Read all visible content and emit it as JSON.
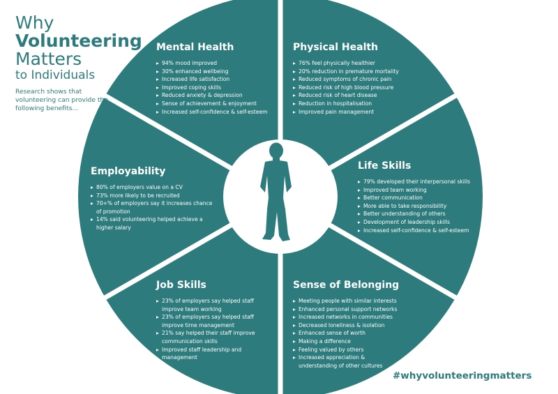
{
  "title": {
    "line1": "Why",
    "line2": "Volunteering",
    "line3": "Matters",
    "line4": "to Individuals"
  },
  "intro": "Research shows that volunteering can provide the following benefits...",
  "hashtag": "#whyvolunteeringmatters",
  "colors": {
    "teal": "#2e7b7d",
    "white": "#ffffff",
    "background": "#ffffff"
  },
  "center_icon": "person-silhouette-icon",
  "segments": [
    {
      "id": "mental-health",
      "title": "Mental Health",
      "items": [
        "94% mood improved",
        "30% enhanced wellbeing",
        "Increased life satisfaction",
        "Improved coping skills",
        "Reduced anxiety & depression",
        "Sense of achievement & enjoyment",
        "Increased self-confidence & self-esteem"
      ]
    },
    {
      "id": "physical-health",
      "title": "Physical Health",
      "items": [
        "76% feel physically healthier",
        "20% reduction in premature mortality",
        "Reduced symptoms of chronic pain",
        "Reduced risk of high blood pressure",
        "Reduced risk of heart disease",
        "Reduction in hospitalisation",
        "Improved pain management"
      ]
    },
    {
      "id": "life-skills",
      "title": "Life Skills",
      "items": [
        "79% developed their interpersonal skills",
        "Improved team working",
        "Better communication",
        "More able to take responsibility",
        "Better understanding of others",
        "Development of leadership skills",
        "Increased self-confidence & self-esteem"
      ]
    },
    {
      "id": "sense-of-belonging",
      "title": "Sense of Belonging",
      "items": [
        "Meeting people with similar interests",
        "Enhanced personal support networks",
        "Increased networks in communities",
        "Decreased loneliness & isolation",
        "Enhanced sense of worth",
        "Making a difference",
        "Feeling valued by others",
        "Increased appreciation &\nunderstanding of other cultures"
      ]
    },
    {
      "id": "job-skills",
      "title": "Job Skills",
      "items": [
        "23% of employers say helped staff\nimprove team working",
        "23% of employers say helped staff\nimprove time management",
        "21% say helped their staff improve\ncommunication skills",
        "Improved staff leadership and\nmanagement"
      ]
    },
    {
      "id": "employability",
      "title": "Employability",
      "items": [
        "80% of employers value on a CV",
        "73% more likely to be recruited",
        "70+% of employers say it increases chance\nof promotion",
        "14% said volunteering helped achieve a\nhigher salary"
      ]
    }
  ]
}
